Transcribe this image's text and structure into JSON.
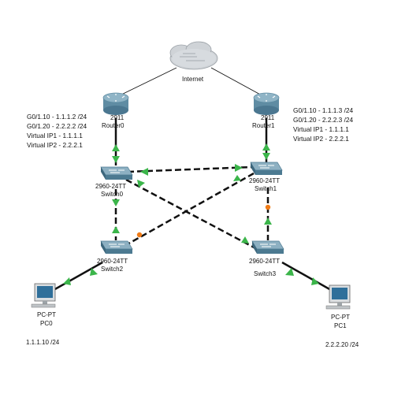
{
  "colors": {
    "link_solid": "#111111",
    "link_dashed": "#111111",
    "status_up": "#3bb54a",
    "status_blocked": "#f07b16",
    "router_body": "#6f99ae",
    "switch_body": "#5f8ea6",
    "cloud": "#cfd3d7"
  },
  "devices": {
    "internet": {
      "label": "Internet",
      "icon": "cloud-icon"
    },
    "router0": {
      "model": "2911",
      "name": "Router0",
      "icon": "router-icon"
    },
    "router1": {
      "model": "2911",
      "name": "Router1",
      "icon": "router-icon"
    },
    "switch0": {
      "model": "2960-24TT",
      "name": "Switch0",
      "icon": "switch-icon"
    },
    "switch1": {
      "model": "2960-24TT",
      "name": "Switch1",
      "icon": "switch-icon"
    },
    "switch2": {
      "model": "2960-24TT",
      "name": "Switch2",
      "icon": "switch-icon"
    },
    "switch3": {
      "model": "2960-24TT",
      "name": "Switch3",
      "icon": "switch-icon"
    },
    "pc0": {
      "model": "PC-PT",
      "name": "PC0",
      "ip": "1.1.1.10 /24",
      "icon": "pc-icon"
    },
    "pc1": {
      "model": "PC-PT",
      "name": "PC1",
      "ip": "2.2.2.20 /24",
      "icon": "pc-icon"
    }
  },
  "router0_config": [
    "G0/1.10 - 1.1.1.2 /24",
    "G0/1.20 - 2.2.2.2 /24",
    "Virtual IP1 - 1.1.1.1",
    "Virtual IP2 - 2.2.2.1"
  ],
  "router1_config": [
    "G0/1.10 - 1.1.1.3 /24",
    "G0/1.20 - 2.2.2.3 /24",
    "Virtual IP1 - 1.1.1.1",
    "Virtual IP2 - 2.2.2.1"
  ],
  "links": [
    {
      "from": "internet",
      "to": "router0",
      "style": "thin",
      "status": "none"
    },
    {
      "from": "internet",
      "to": "router1",
      "style": "thin",
      "status": "none"
    },
    {
      "from": "router0",
      "to": "switch0",
      "style": "solid",
      "status": "up"
    },
    {
      "from": "router1",
      "to": "switch1",
      "style": "solid",
      "status": "up"
    },
    {
      "from": "switch0",
      "to": "switch1",
      "style": "dashed",
      "status": "up"
    },
    {
      "from": "switch0",
      "to": "switch3",
      "style": "dashed",
      "status": "up"
    },
    {
      "from": "switch1",
      "to": "switch2",
      "style": "dashed",
      "status": "blocked"
    },
    {
      "from": "switch0",
      "to": "switch2",
      "style": "dashed",
      "status": "up"
    },
    {
      "from": "switch1",
      "to": "switch3",
      "style": "dashed",
      "status": "blocked"
    },
    {
      "from": "switch2",
      "to": "pc0",
      "style": "solid",
      "status": "up"
    },
    {
      "from": "switch3",
      "to": "pc1",
      "style": "solid",
      "status": "up"
    }
  ]
}
